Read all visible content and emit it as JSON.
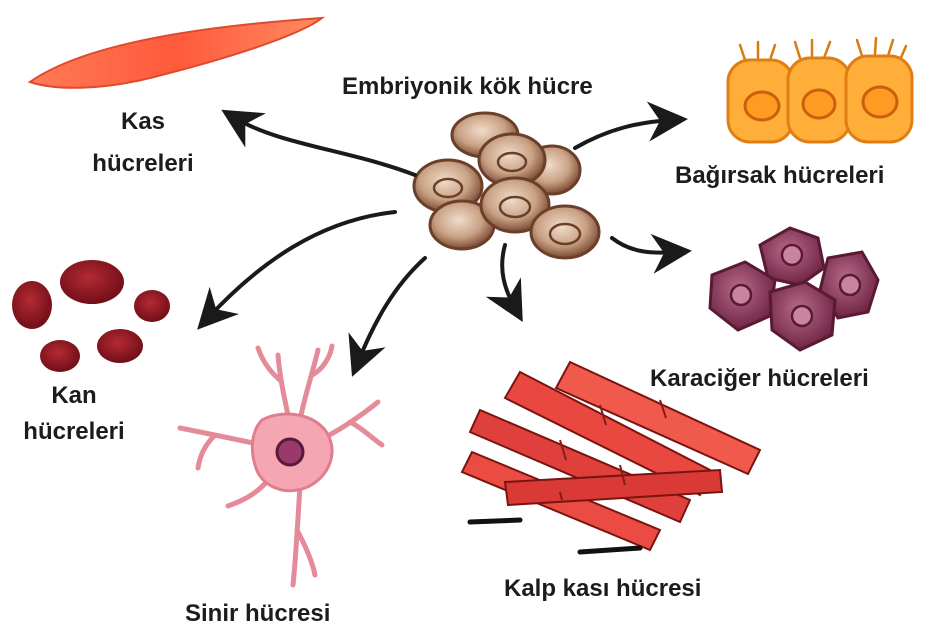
{
  "center_label": "Embriyonik kök hücre",
  "labels": {
    "muscle_1": "Kas",
    "muscle_2": "hücreleri",
    "intestine": "Bağırsak hücreleri",
    "liver": "Karaciğer hücreleri",
    "blood_1": "Kan",
    "blood_2": "hücreleri",
    "nerve": "Sinir hücresi",
    "heart": "Kalp kası hücresi"
  },
  "colors": {
    "arrow": "#1a1a1a",
    "stem_fill": "#c9a184",
    "stem_edge": "#6b3f2a",
    "muscle": "#ff6a45",
    "intestine": "#ffa226",
    "liver": "#8e3e5c",
    "blood": "#8c1420",
    "nerve": "#f3a9b4",
    "heart": "#e0403c"
  }
}
